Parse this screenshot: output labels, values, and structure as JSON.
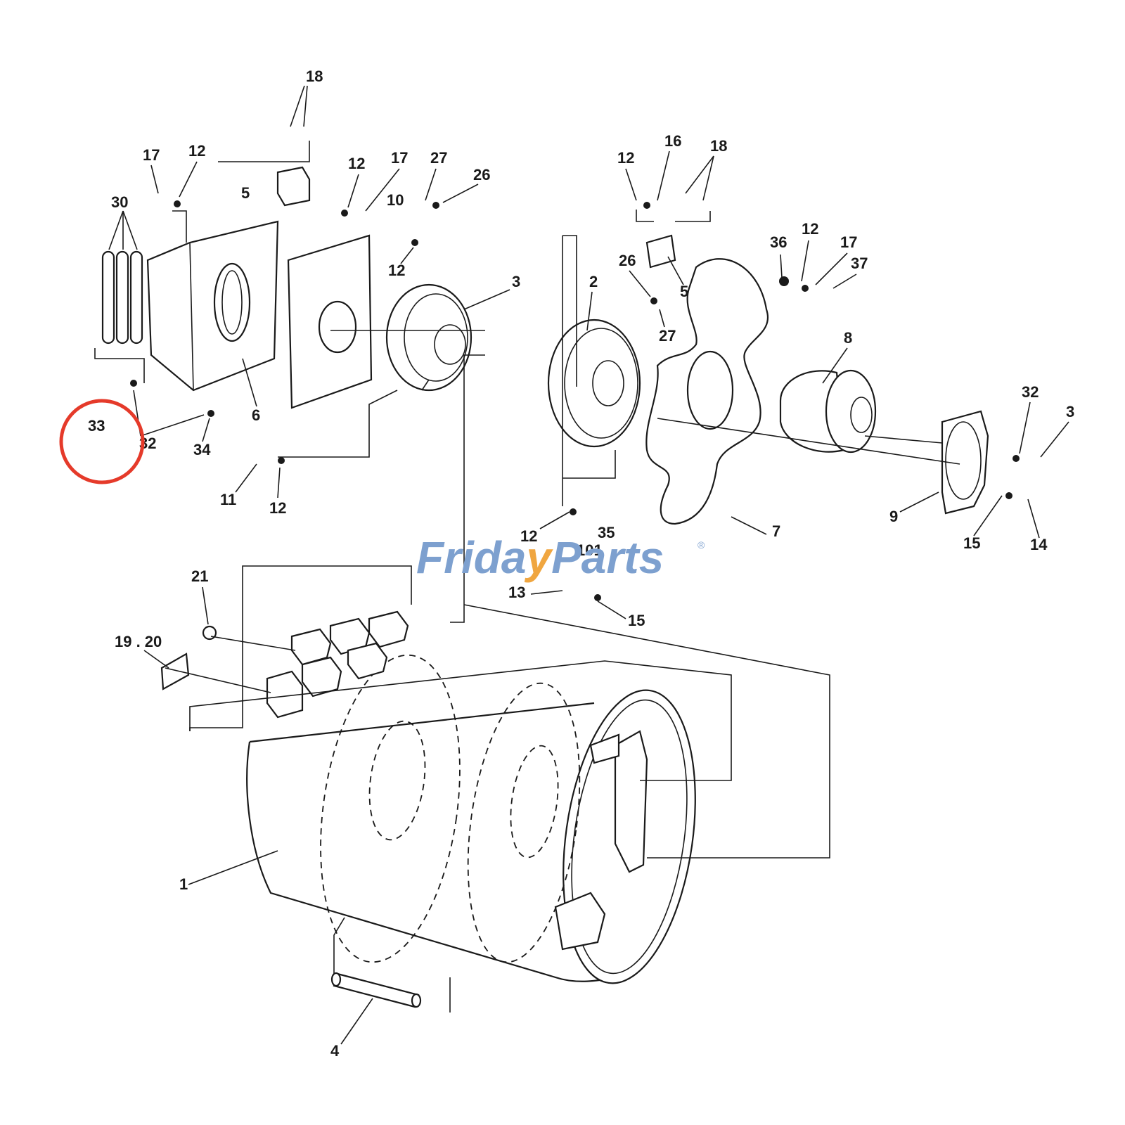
{
  "callouts": {
    "c18a": "18",
    "c17a": "17",
    "c12a": "12",
    "c5a": "5",
    "c12b": "12",
    "c17b": "17",
    "c27a": "27",
    "c26a": "26",
    "c10": "10",
    "c12c": "12",
    "c30": "30",
    "c3a": "3",
    "c6": "6",
    "c33": "33",
    "c32a": "32",
    "c34": "34",
    "c11": "11",
    "c12d": "12",
    "c12e": "12",
    "c16": "16",
    "c18b": "18",
    "c36": "36",
    "c12f": "12",
    "c17c": "17",
    "c37": "37",
    "c2": "2",
    "c26b": "26",
    "c5b": "5",
    "c27b": "27",
    "c8": "8",
    "c32b": "32",
    "c3b": "3",
    "c7": "7",
    "c9": "9",
    "c15a": "15",
    "c14": "14",
    "c12g": "12",
    "c35": "35",
    "c101": "101",
    "c13": "13",
    "c15b": "15",
    "c21": "21",
    "c1920": "19 . 20",
    "c1": "1",
    "c4": "4"
  },
  "highlight": {
    "callout": "33",
    "color": "#e53a2a"
  },
  "watermark": {
    "part1": "Frida",
    "part2": "y",
    "part3": "Parts",
    "reg": "®",
    "color_main": "#7da0cf",
    "color_accent": "#f0a640"
  },
  "colors": {
    "line": "#1a1a1a",
    "background": "#ffffff"
  }
}
